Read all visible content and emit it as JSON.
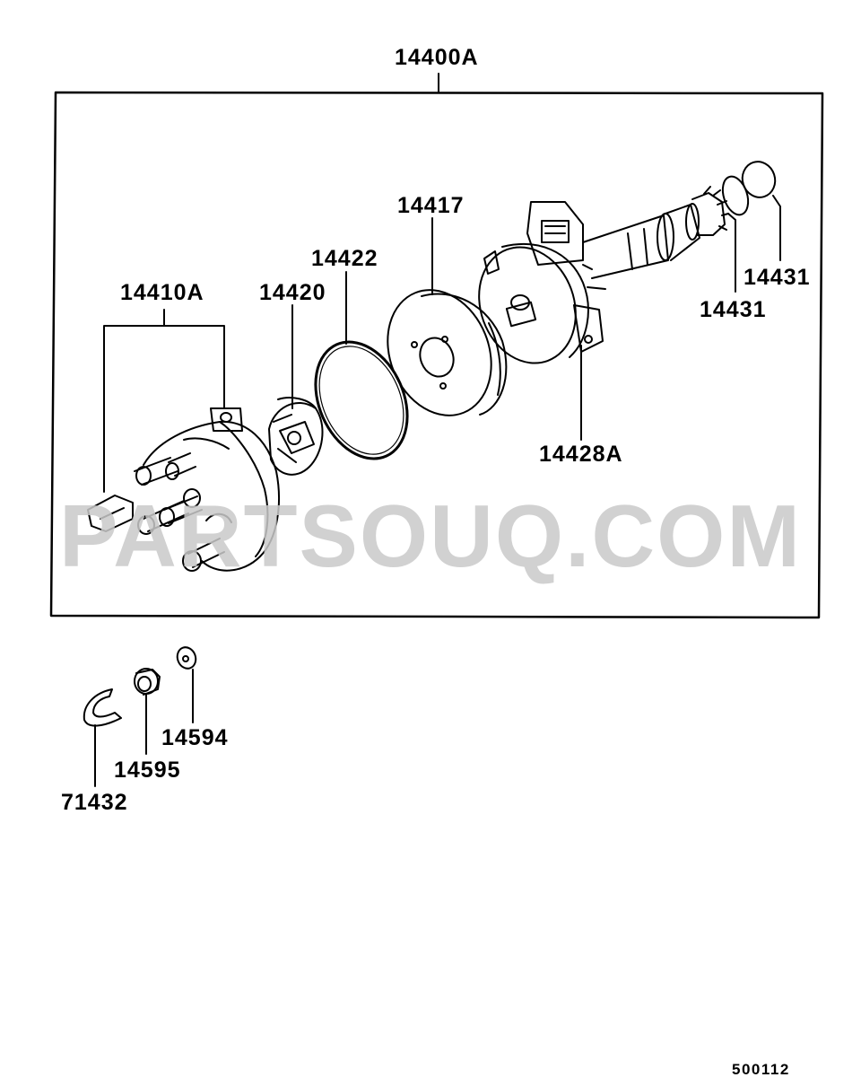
{
  "diagram": {
    "assembly_label": "14400A",
    "parts": {
      "cap": "14410A",
      "rotor": "14420",
      "o_ring": "14422",
      "cover": "14417",
      "housing": "14428A",
      "ring_small": "14431",
      "ring_large": "14431",
      "grommet_a": "14594",
      "grommet_b": "14595",
      "clip": "71432"
    },
    "reference_code": "500112"
  },
  "watermark": "PARTSOUQ.COM"
}
